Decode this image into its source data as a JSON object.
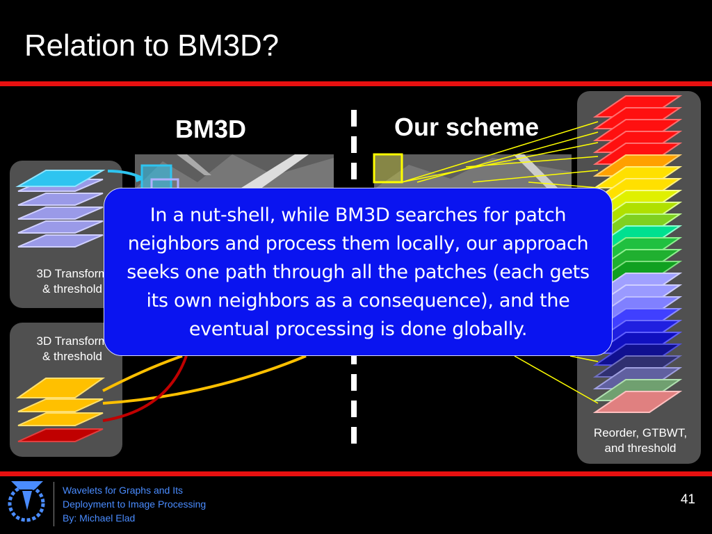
{
  "slide": {
    "title": "Relation to BM3D?",
    "page_number": "41"
  },
  "headings": {
    "bm3d": "BM3D",
    "ours": "Our scheme"
  },
  "left_panels": [
    {
      "label_line1": "3D Transform",
      "label_line2": "& threshold"
    },
    {
      "label_line1": "3D Transform",
      "label_line2": "& threshold"
    }
  ],
  "right_panel": {
    "label_line1": "Reorder, GTBWT,",
    "label_line2": "and threshold"
  },
  "callout": {
    "text": "In a nut-shell, while BM3D searches for patch neighbors and process them locally, our approach seeks one path through all the patches (each gets its own neighbors as a consequence), and the eventual processing is done globally."
  },
  "footer": {
    "line1": "Wavelets for Graphs and Its",
    "line2": "Deployment to Image Processing",
    "line3": "By: Michael Elad"
  },
  "icons": {
    "logo": "technion-logo-icon"
  },
  "colors": {
    "accent_red": "#e81010",
    "callout_blue": "#0a14f0",
    "footer_blue": "#4a8cff",
    "patch_cyan": "#2ec4f0",
    "patch_lavender": "#b0b0ff",
    "patch_orange": "#ffc000",
    "patch_darkred": "#c00000",
    "connector_yellow": "#ffff00"
  }
}
